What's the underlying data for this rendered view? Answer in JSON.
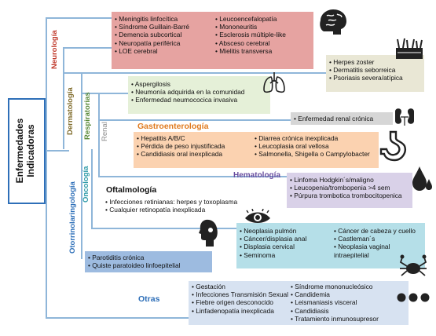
{
  "root": {
    "line1": "Enfermedades",
    "line2": "Indicadoras"
  },
  "labels": {
    "neurologia": "Neurología",
    "dermatologia": "Dermatología",
    "respiratorias": "Respiratorias",
    "renal": "Renal",
    "oncologia": "Oncología",
    "otorrino": "Otorrinolaringología",
    "gastro": "Gastroenterología",
    "hematologia": "Hematología",
    "oftalmologia": "Oftalmología",
    "otras": "Otras"
  },
  "neurologia": {
    "col1": [
      "• Meningitis linfocítica",
      "• Síndrome Guillain-Barré",
      "• Demencia subcortical",
      "• Neuropatía periférica",
      "• LOE cerebral"
    ],
    "col2": [
      "• Leucoencefalopatía",
      "• Mononeuritis",
      "• Esclerosis múltiple-like",
      "• Absceso cerebral",
      "• Mielitis transversa"
    ]
  },
  "dermatologia": [
    "• Herpes zoster",
    "• Dermatitis seborreica",
    "• Psoriasis severa/atípica"
  ],
  "respiratorias": [
    "• Aspergilosis",
    "• Neumonía adquirida en la comunidad",
    "• Enfermedad neumococica invasiva"
  ],
  "renal": [
    "• Enfermedad renal crónica"
  ],
  "gastro": {
    "col1": [
      "• Hepatitis A/B/C",
      "• Pérdida de peso injustificada",
      "• Candidiasis oral inexplicada"
    ],
    "col2": [
      "• Diarrea crónica inexplicada",
      "• Leucoplasia oral vellosa",
      "• Salmonella, Shigella o Campylobacter"
    ]
  },
  "hematologia": [
    "• Linfoma Hodgkin´s/maligno",
    "• Leucopenia/trombopenia >4 sem",
    "• Púrpura trombotica trombocitopenica"
  ],
  "oftalmologia": [
    "• Infecciones retinianas: herpes y toxoplasma",
    "• Cualquier retinopatía inexplicada"
  ],
  "oncologia": {
    "col1": [
      "• Neoplasia pulmón",
      "• Cáncer/displasia anal",
      "• Displasia cervical",
      "• Seminoma"
    ],
    "col2": [
      "• Cáncer de cabeza y cuello",
      "• Castleman´s",
      "• Neoplasia vaginal",
      "   intraepitelial"
    ]
  },
  "otorrino": [
    "• Parotiditis crónica",
    "• Quiste paratoideo linfoepitelial"
  ],
  "otras": {
    "col1": [
      "• Gestación",
      "• Infecciones Transmisión Sexual",
      "• Fiebre origen desconocido",
      "• Linfadenopatía inexplicada"
    ],
    "col2": [
      "• Síndrome mononucleósico",
      "• Candidemia",
      "• Leismaniasis visceral",
      "• Candidiasis",
      "• Tratamiento inmunosupresor"
    ]
  },
  "colors": {
    "neuro_fill": "#e6a3a1",
    "derm_fill": "#e9e7d5",
    "resp_fill": "#e5f0d8",
    "renal_fill": "#d6d6d6",
    "gastro_fill": "#fbd2b0",
    "hema_fill": "#d9d1e8",
    "onco_fill": "#b5dfe8",
    "oto_fill": "#9dbbe0",
    "otras_fill": "#d7e2f1",
    "neuro_text": "#c0392b",
    "derm_text": "#7f6b2a",
    "resp_text": "#5a8a3a",
    "renal_text": "#888888",
    "gastro_text": "#e07b1f",
    "hema_text": "#6a4fa0",
    "onco_text": "#2e9aa8",
    "oto_text": "#2e6fb8",
    "otras_text": "#2e6fb8",
    "line": "#8fb6d9"
  },
  "icons": [
    "brain-icon",
    "skin-icon",
    "lungs-icon",
    "kidneys-icon",
    "stomach-icon",
    "blood-drop-icon",
    "eye-icon",
    "head-profile-icon",
    "crab-icon",
    "ellipsis-icon"
  ]
}
